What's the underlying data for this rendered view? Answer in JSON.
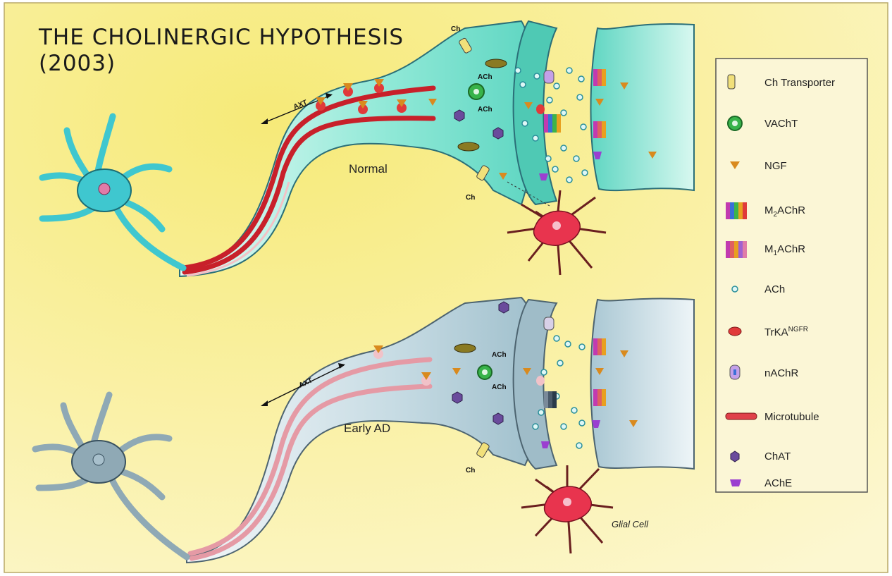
{
  "title": {
    "line1": "THE CHOLINERGIC HYPOTHESIS",
    "line2": "(2003)"
  },
  "panels": {
    "normal": {
      "label": "Normal",
      "axt": "AXT",
      "ch_top": "Ch",
      "ch_bottom": "Ch",
      "ach_1": "ACh",
      "ach_2": "ACh"
    },
    "early_ad": {
      "label": "Early AD",
      "axt": "AXT",
      "ch_bottom": "Ch",
      "ach_1": "ACh",
      "ach_2": "ACh",
      "glial_label": "Glial Cell"
    }
  },
  "legend": {
    "items": [
      {
        "icon": "ch-transporter-icon",
        "label": "Ch Transporter"
      },
      {
        "icon": "vacht-icon",
        "label": "VAChT"
      },
      {
        "icon": "ngf-icon",
        "label": "NGF"
      },
      {
        "icon": "m2achr-icon",
        "label_main": "M",
        "label_sub": "2",
        "label_rest": "AChR"
      },
      {
        "icon": "m1achr-icon",
        "label_main": "M",
        "label_sub": "1",
        "label_rest": "AChR"
      },
      {
        "icon": "ach-icon",
        "label": "ACh"
      },
      {
        "icon": "trka-icon",
        "label_main": "TrKA",
        "label_sup": "NGFR"
      },
      {
        "icon": "nachr-icon",
        "label": "nAChR"
      },
      {
        "icon": "microtubule-icon",
        "label": "Microtubule"
      },
      {
        "icon": "chat-icon",
        "label": "ChAT"
      },
      {
        "icon": "ache-icon",
        "label": "AChE"
      }
    ]
  },
  "colors": {
    "background_top": "#f5ef8a",
    "background_bottom": "#fbf5c0",
    "normal_terminal": "#7fe0cc",
    "ad_terminal": "#b9d3dd",
    "microtubule_normal": "#c8202a",
    "microtubule_ad": "#e59aa5",
    "ngf": "#d98a1e",
    "glial": "#e8344e",
    "neuron_normal": "#3fc7cf",
    "neuron_ad": "#8fa9b5"
  }
}
